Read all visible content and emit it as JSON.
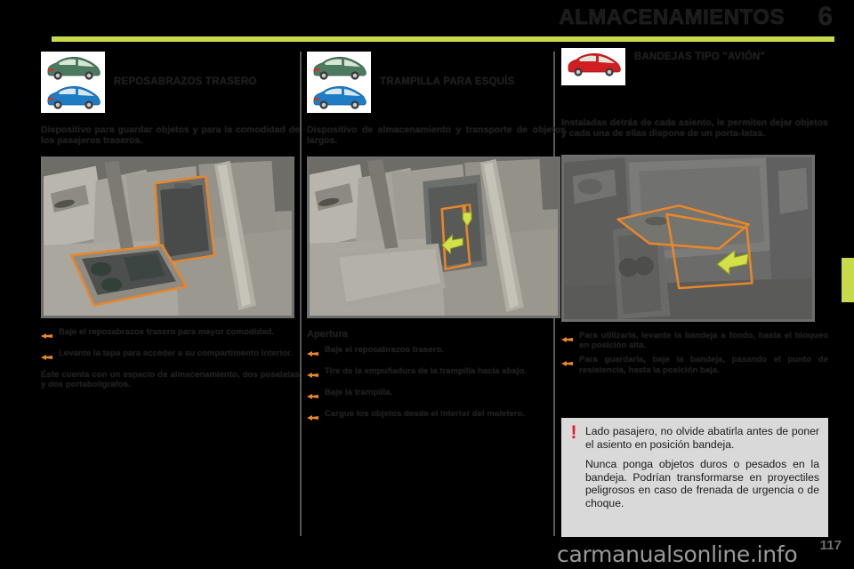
{
  "header": {
    "title": "ALMACENAMIENTOS",
    "chapter": "6"
  },
  "columns": [
    {
      "id": "reposabrazos",
      "title": "REPOSABRAZOS TRASERO",
      "lead": "Dispositivo para guardar objetos y para la comodidad de los pasajeros traseros.",
      "photo_caption": "Reposabrazos trasero abierto con portalatas y compartimento",
      "subhead": "",
      "bullets": [
        "Baje el reposabrazos trasero para mayor comodidad.",
        "Levante la tapa para acceder a su compartimento interior."
      ],
      "paragraph": "Éste cuenta con un espacio de almacenamiento, dos posalatas y dos portabolígrafos."
    },
    {
      "id": "trampilla",
      "title": "TRAMPILLA PARA ESQUÍS",
      "lead": "Dispositivo de almacenamiento y transporte de objetos largos.",
      "photo_caption": "Trampilla para esquís abierta tras el reposabrazos trasero",
      "subhead": "Apertura",
      "bullets": [
        "Baje el reposabrazos trasero.",
        "Tire de la empuñadura de la trampilla hacia abajo.",
        "Baje la trampilla.",
        "Cargue los objetos desde el interior del maletero."
      ],
      "paragraph": ""
    },
    {
      "id": "bandejas",
      "title": "BANDEJAS TIPO \"AVIÓN\"",
      "lead": "Instaladas detrás de cada asiento, le permiten dejar objetos y cada una de ellas dispone de un porta-latas.",
      "photo_caption": "Bandeja tipo avión desplegada en el respaldo del asiento delantero",
      "subhead": "",
      "bullets": [
        "Para utilizarla, levante la bandeja a fondo, hasta el bloqueo en posición alta.",
        "Para guardarla, baje la bandeja, pasando el punto de resistencia, hasta la posición baja."
      ],
      "paragraph": ""
    }
  ],
  "warning": {
    "mark": "!",
    "paragraphs": [
      "Lado pasajero, no olvide abatirla antes de poner el asiento en posición bandeja.",
      "Nunca ponga objetos duros o pesados en la bandeja. Podrían transformarse en proyectiles peligrosos en caso de frenada de urgencia o de choque."
    ]
  },
  "footer": {
    "watermark": "carmanualsonline.info",
    "page_number": "117"
  },
  "colors": {
    "accent": "#c8d94a",
    "warning_red": "#e8192c",
    "highlight_orange": "#e8862a",
    "arrow_yellow": "#d4e04a",
    "warning_bg": "#d9d9d9"
  }
}
